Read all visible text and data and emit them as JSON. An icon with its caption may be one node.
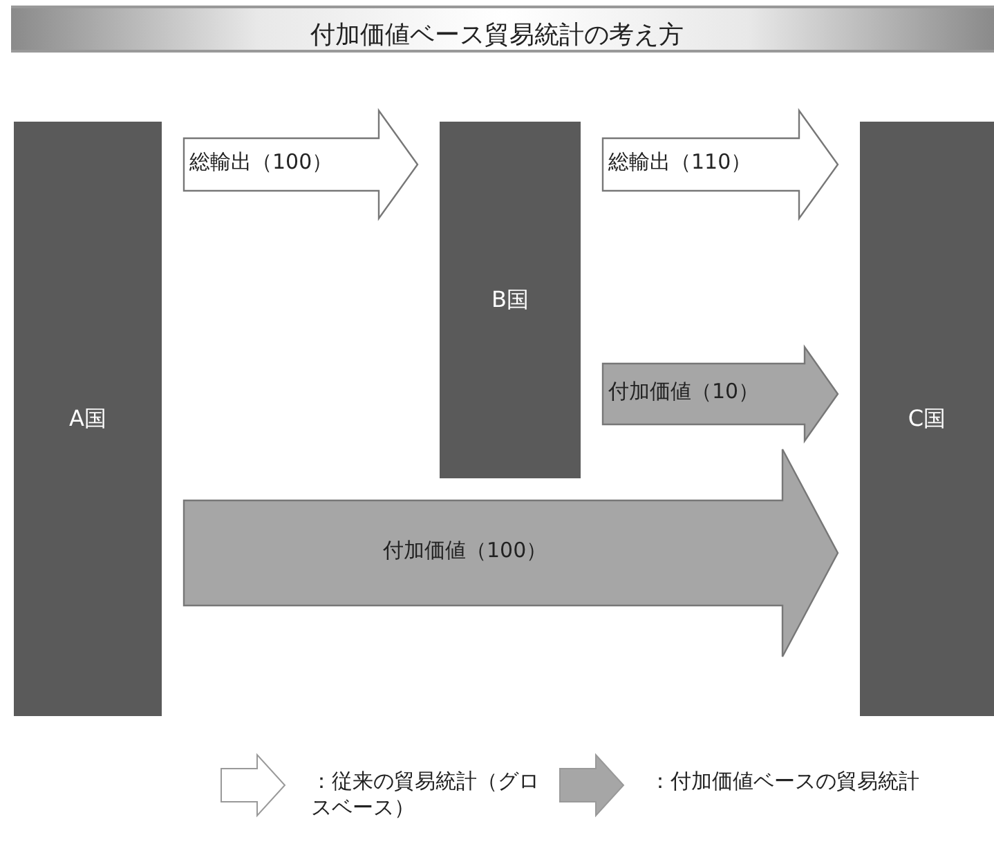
{
  "diagram": {
    "title": "付加価値ベース貿易統計の考え方",
    "nodes": [
      {
        "text": [
          "A国"
        ]
      },
      {
        "text": [
          "B国"
        ]
      },
      {
        "text": [
          "C国"
        ]
      }
    ],
    "edges": [
      {
        "from": 0,
        "to": 1,
        "arrow": "to",
        "label": "総輸出（100）"
      },
      {
        "from": 1,
        "to": 2,
        "arrow": "to",
        "label": "総輸出（110）"
      },
      {
        "from": 1,
        "to": 2,
        "arrow": "to",
        "label": "付加価値（10）",
        "color": "#a6a6a6"
      },
      {
        "from": 0,
        "to": 2,
        "arrow": "to",
        "label": "付加価値（100）",
        "color": "#a6a6a6"
      }
    ],
    "legend": [
      {
        "text": "：従来の貿易統計（グロスベース）",
        "color": "#ffffff"
      },
      {
        "text": "：付加価値ベースの貿易統計",
        "color": "#a6a6a6"
      }
    ]
  }
}
